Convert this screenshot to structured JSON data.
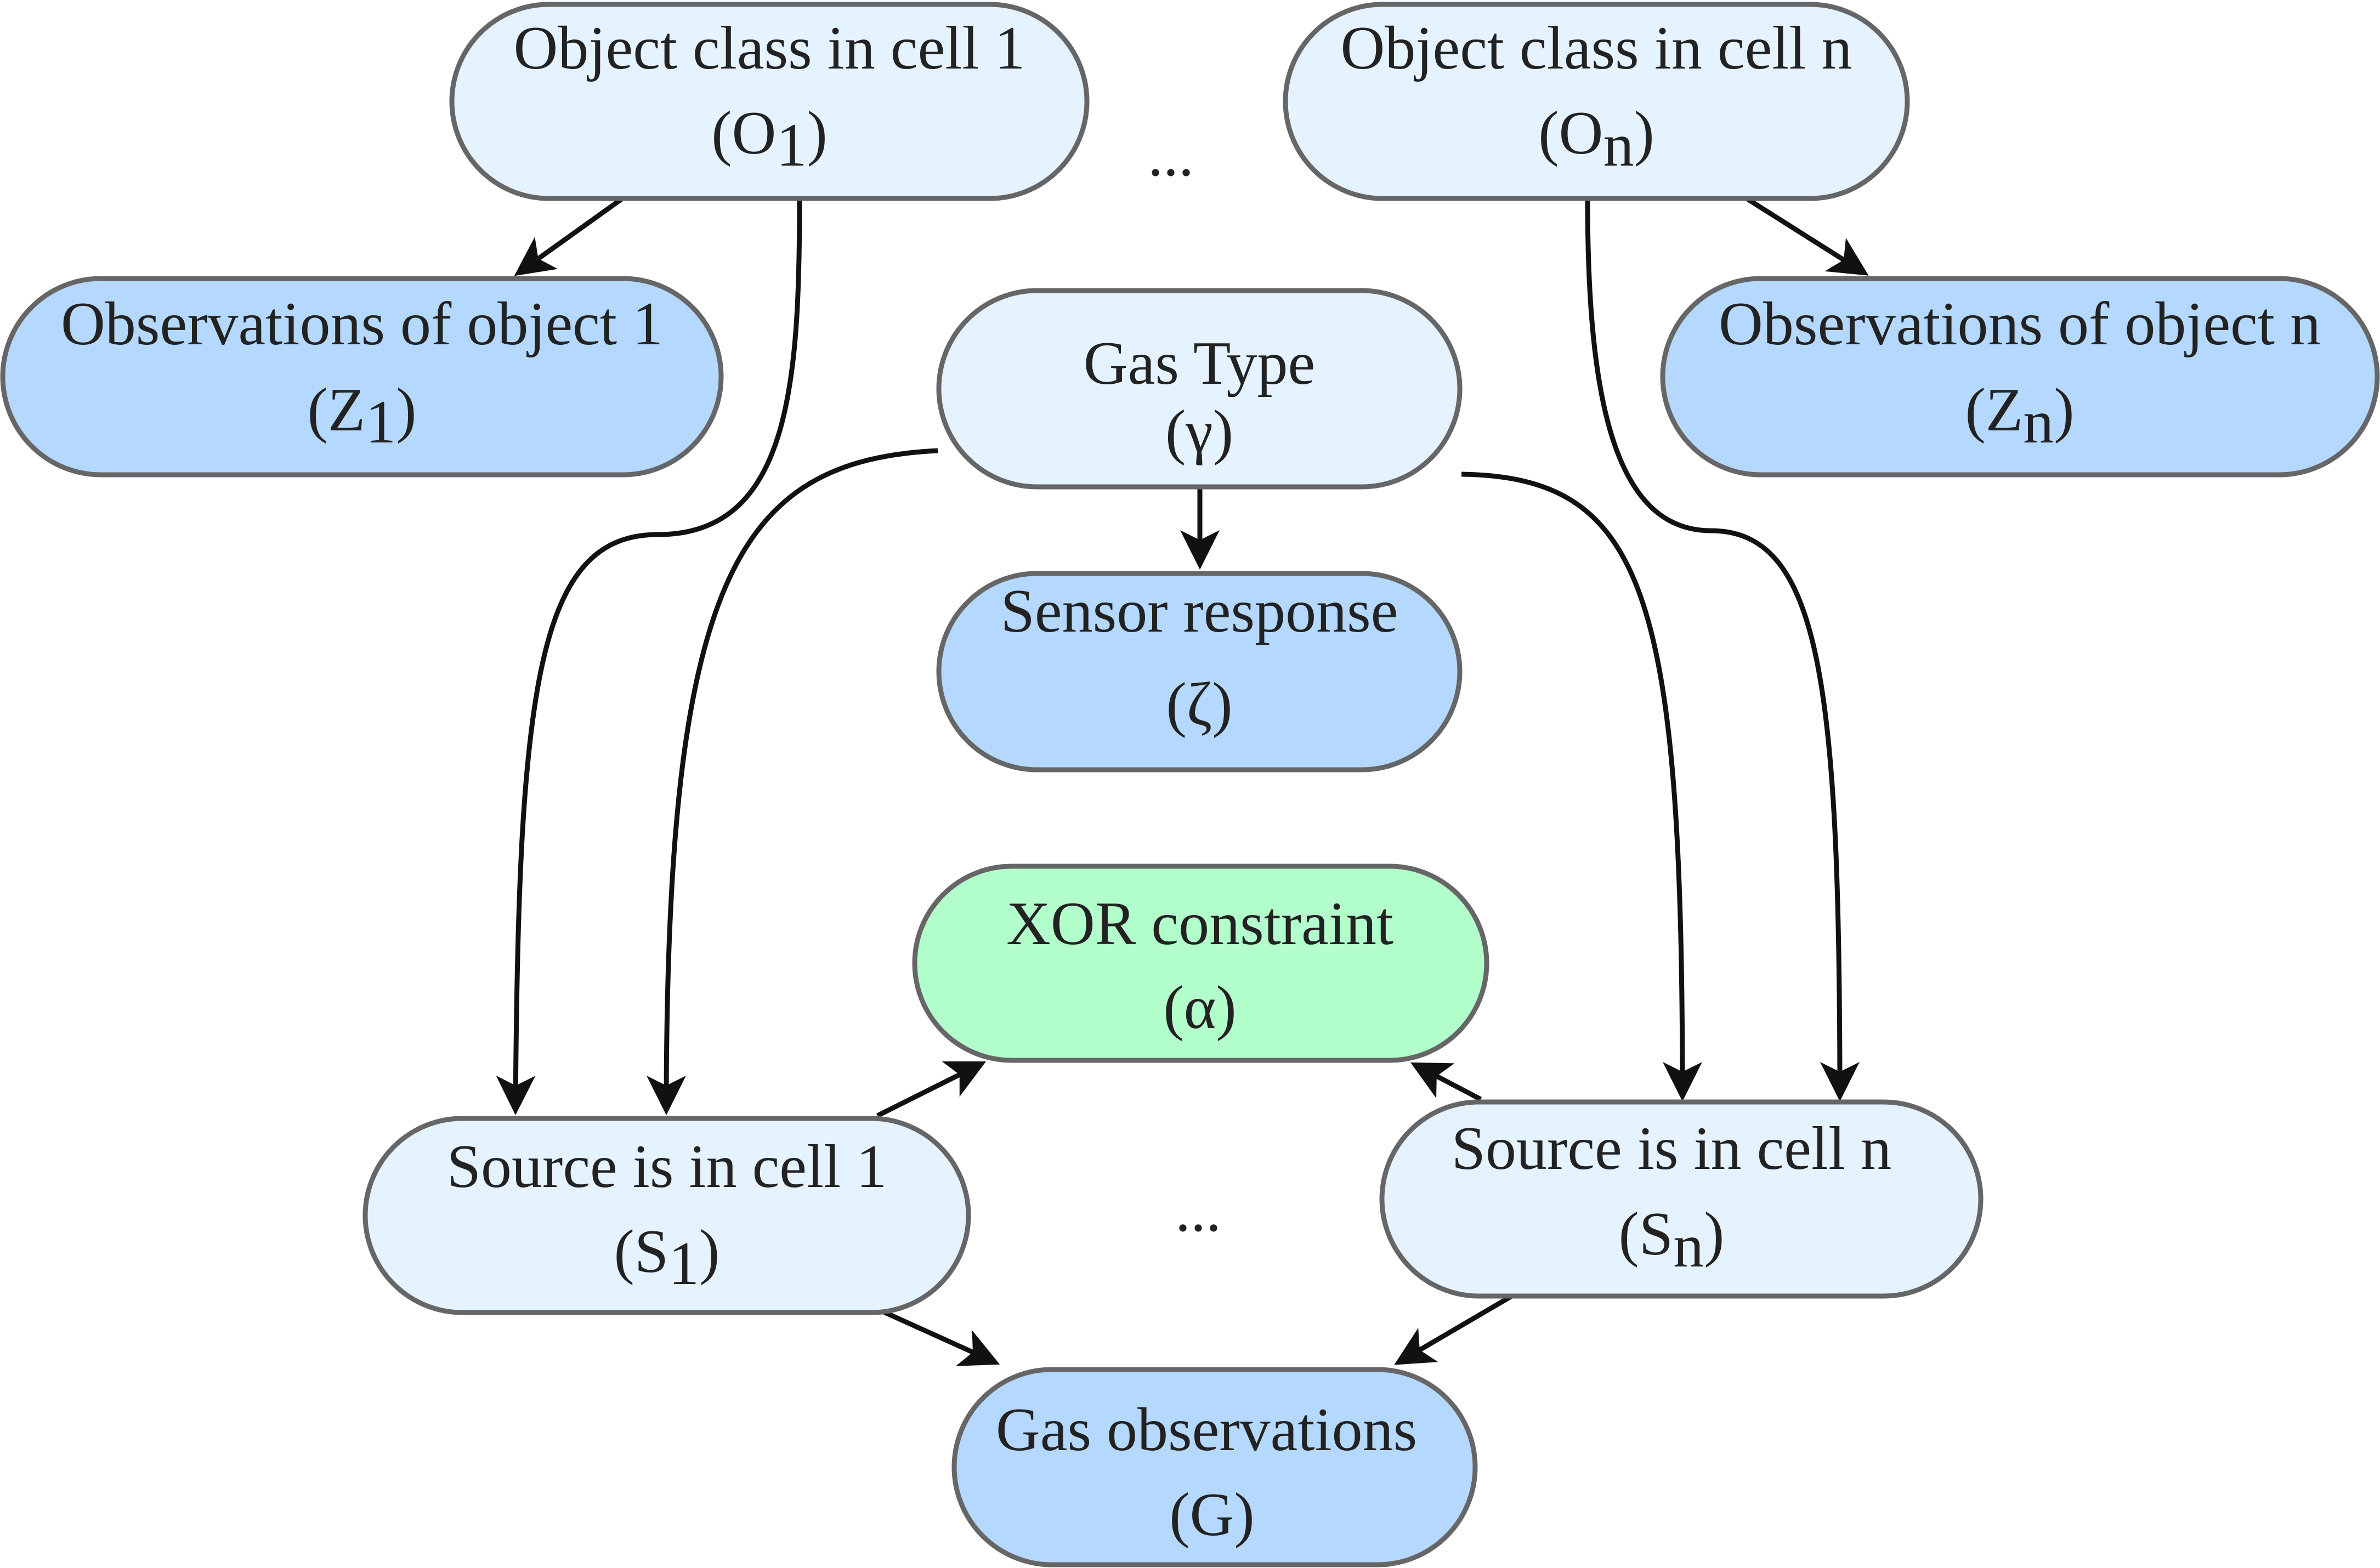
{
  "colors": {
    "latent_fill": "#e5f2ff",
    "observed_fill": "#b5d8ff",
    "constraint_fill": "#b3ffcc",
    "stroke": "#666666",
    "edge": "#111111",
    "text": "#222222"
  },
  "nodes": {
    "O1": {
      "line1": "Object class in cell 1",
      "sym": "(O",
      "sub": "1",
      "close": ")"
    },
    "On": {
      "line1": "Object class in cell n",
      "sym": "(O",
      "sub": "n",
      "close": ")"
    },
    "Z1": {
      "line1": "Observations of object 1",
      "sym": "(Z",
      "sub": "1",
      "close": ")"
    },
    "Zn": {
      "line1": "Observations of object n",
      "sym": "(Z",
      "sub": "n",
      "close": ")"
    },
    "gamma": {
      "line1": "Gas Type",
      "line2": "(γ)"
    },
    "zeta": {
      "line1": "Sensor response",
      "line2": "(ζ)"
    },
    "alpha": {
      "line1": "XOR constraint",
      "line2": "(α)"
    },
    "S1": {
      "line1": "Source is in cell 1",
      "sym": "(S",
      "sub": "1",
      "close": ")"
    },
    "Sn": {
      "line1": "Source is in cell n",
      "sym": "(S",
      "sub": "n",
      "close": ")"
    },
    "G": {
      "line1": "Gas observations",
      "line2": "(G)"
    }
  },
  "ellipsis_top": "...",
  "ellipsis_bottom": "..."
}
